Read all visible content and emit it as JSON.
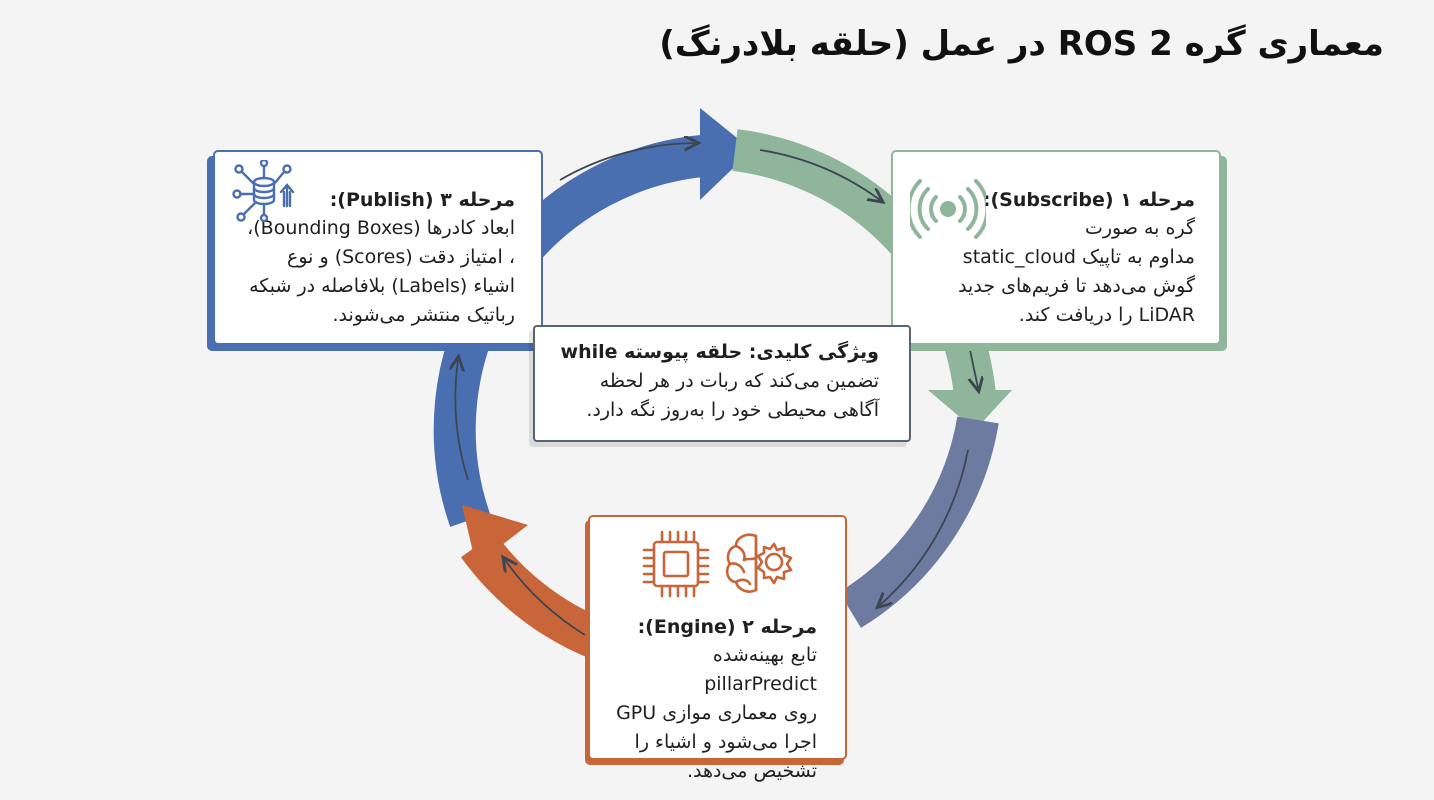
{
  "title": "معماری گره ROS 2 در عمل (حلقه بلادرنگ)",
  "stages": {
    "subscribe": {
      "title": "مرحله ۱ (Subscribe):",
      "lines": [
        "گره به صورت",
        "مداوم به تاپیک static_cloud",
        "گوش می‌دهد تا فریم‌های جدید",
        "LiDAR را دریافت کند."
      ],
      "icon": "radio-signal-icon",
      "color": "#8fb59a"
    },
    "engine": {
      "title": "مرحله ۲ (Engine):",
      "lines": [
        "تابع بهینه‌شده pillarPredict",
        "روی معماری موازی GPU",
        "اجرا می‌شود و اشیاء را",
        "تشخیص می‌دهد."
      ],
      "icons": [
        "cpu-chip-icon",
        "brain-gear-icon"
      ],
      "color": "#c8663a"
    },
    "publish": {
      "title": "مرحله ۳ (Publish):",
      "lines": [
        "ابعاد کادرها (Bounding Boxes)،",
        "، امتیاز دقت (Scores) و نوع",
        "اشیاء (Labels) بلافاصله در شبکه",
        "رباتیک منتشر می‌شوند."
      ],
      "icon": "database-network-upload-icon",
      "color": "#4a6fb0"
    }
  },
  "feature": {
    "title": "ویژگی کلیدی: حلقه پیوسته while",
    "lines": [
      "تضمین می‌کند که ربات در هر لحظه",
      "آگاهی محیطی خود را به‌روز نگه دارد."
    ]
  },
  "colors": {
    "green": "#8fb59a",
    "blue": "#4a6fb0",
    "orange": "#c8663a",
    "slate": "#6e7ba0",
    "dark_arrow": "#3e4552"
  }
}
